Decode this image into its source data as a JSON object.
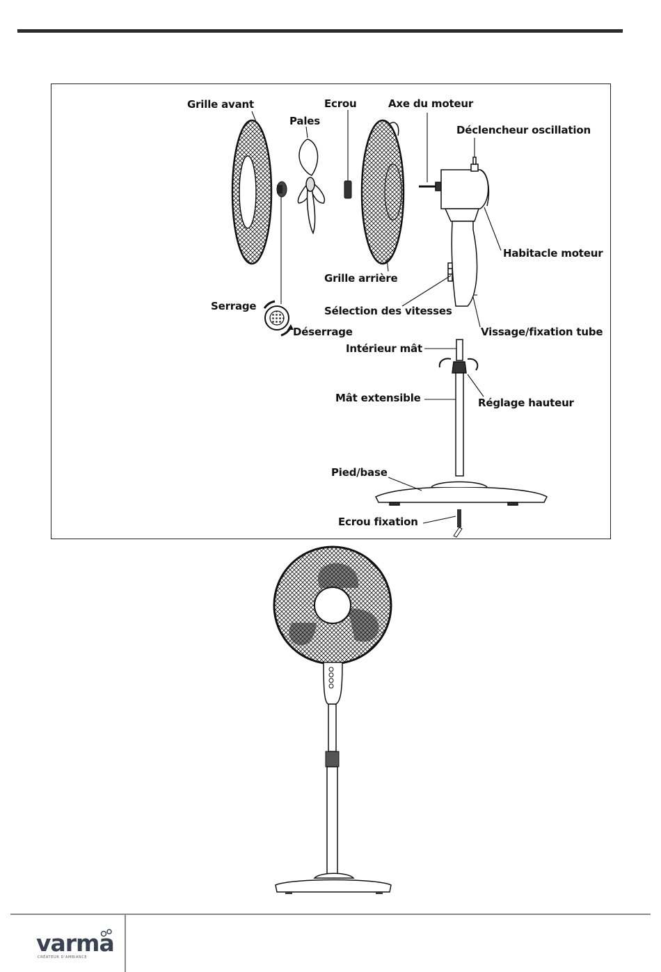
{
  "labels": {
    "grille_avant": "Grille avant",
    "pales": "Pales",
    "ecrou": "Ecrou",
    "axe_moteur": "Axe du moteur",
    "declencheur": "Déclencheur oscillation",
    "habitacle": "Habitacle moteur",
    "grille_arriere": "Grille arrière",
    "serrage": "Serrage",
    "selection_vitesses": "Sélection des vitesses",
    "deserrage": "Déserrage",
    "vissage": "Vissage/fixation tube",
    "interieur_mat": "Intérieur mât",
    "mat_extensible": "Mât extensible",
    "reglage_hauteur": "Réglage hauteur",
    "pied_base": "Pied/base",
    "ecrou_fixation": "Ecrou fixation"
  },
  "footer": {
    "brand": "varma",
    "tagline": "CRÉATEUR D'AMBIANCE"
  },
  "colors": {
    "rule": "#2b2b2b",
    "line": "#111111",
    "footer_rule": "#8a8a8a",
    "logo": "#3a4150"
  }
}
